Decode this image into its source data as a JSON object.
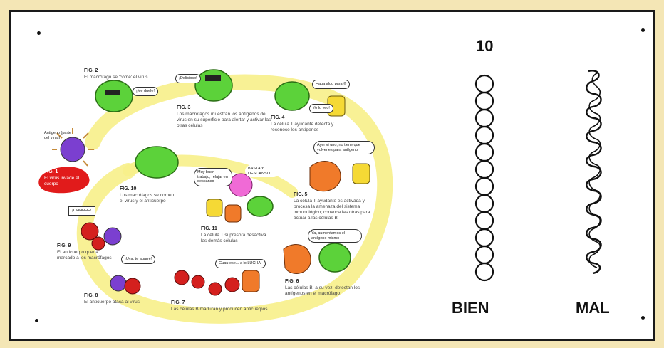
{
  "panel": {
    "count_label": "10",
    "good_label": "BIEN",
    "bad_label": "MAL"
  },
  "illustration": {
    "figures": [
      {
        "id": "fig1",
        "title": "FIG. 1",
        "caption": "El virus invade el cuerpo"
      },
      {
        "id": "fig2",
        "title": "FIG. 2",
        "caption": "El macrófago se 'come' el virus"
      },
      {
        "id": "fig3",
        "title": "FIG. 3",
        "caption": "Los macrófagos muestran los antígenos del virus en su superficie para alertar y activar las otras células"
      },
      {
        "id": "fig4",
        "title": "FIG. 4",
        "caption": "La célula T ayudante detecta y reconoce los antígenos"
      },
      {
        "id": "fig5",
        "title": "FIG. 5",
        "caption": "La célula T ayudante es activada y procesa la amenaza del sistema inmunológico; convoca las otras para actuar a las células B"
      },
      {
        "id": "fig6",
        "title": "FIG. 6",
        "caption": "Las células B, a su vez, detectan los antígenos en el macrófago"
      },
      {
        "id": "fig7",
        "title": "FIG. 7",
        "caption": "Las células B maduran y producen anticuerpos"
      },
      {
        "id": "fig8",
        "title": "FIG. 8",
        "caption": "El anticuerpo ataca al virus"
      },
      {
        "id": "fig9",
        "title": "FIG. 9",
        "caption": "El anticuerpo queda marcado a los macrófagos"
      },
      {
        "id": "fig10",
        "title": "FIG. 10",
        "caption": "Los macrófagos se comen el virus y el anticuerpo"
      },
      {
        "id": "fig11",
        "title": "FIG. 11",
        "caption": "La célula T supresora desactiva las demás células"
      }
    ],
    "bubbles": {
      "me_duele": "¡Me duele!",
      "delicioso": "¡Delicioso!",
      "haga_algo": "Haga algo para ©",
      "yo_lo_veo": "Yo lo veo!",
      "ayer_vi_uno": "Ayer vi uno, no tiene que volverles para antígeno",
      "ya_aumentamos": "Ya, aumentamos el antígeno mismo",
      "muy_buen_trabajo": "Muy buen trabajo, relajar en descanso",
      "basta": "BASTA Y DESCANSO",
      "guau": "Guau ese... a lo LUCHA!",
      "uya": "¡Uya, te agarré!",
      "ohhh": "¡OHHHHH!",
      "antigeno": "Antígeno (parte del virus)"
    }
  }
}
